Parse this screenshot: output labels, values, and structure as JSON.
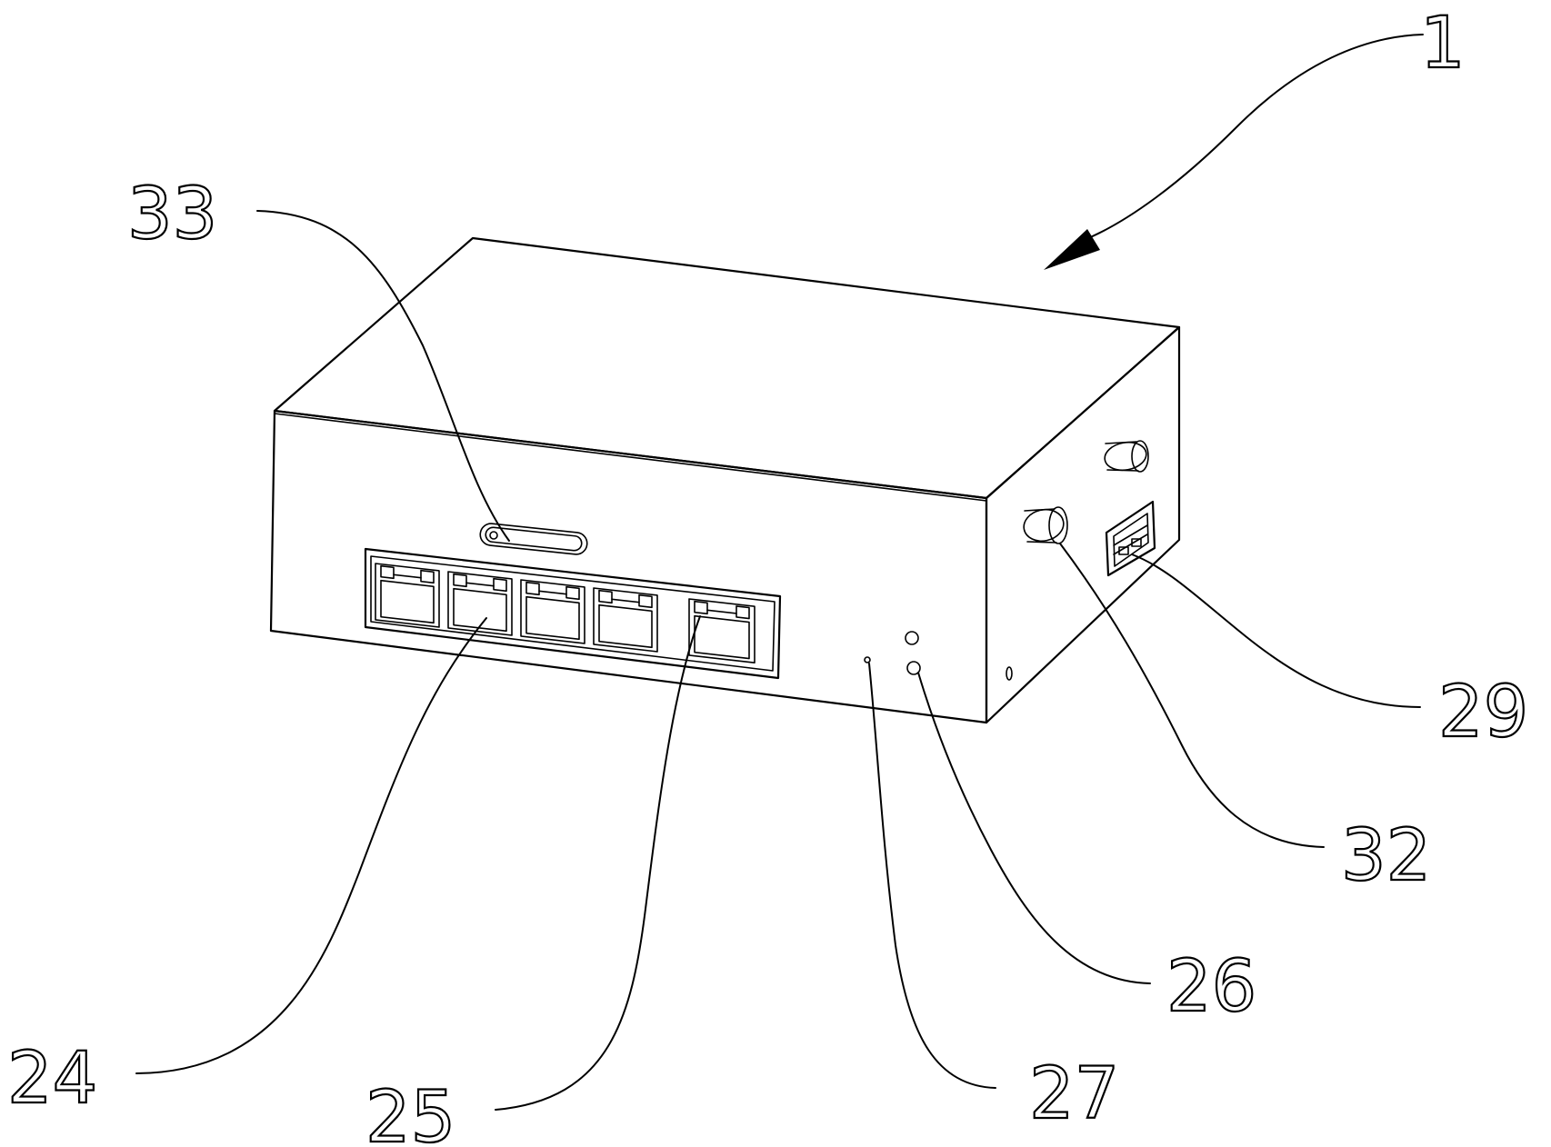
{
  "figure": {
    "labels": {
      "device": "1",
      "indicator_slot": "33",
      "port_group": "24",
      "port_led": "25",
      "led_lower": "26",
      "reset_hole": "27",
      "power_port": "29",
      "antenna_connector": "32"
    }
  }
}
